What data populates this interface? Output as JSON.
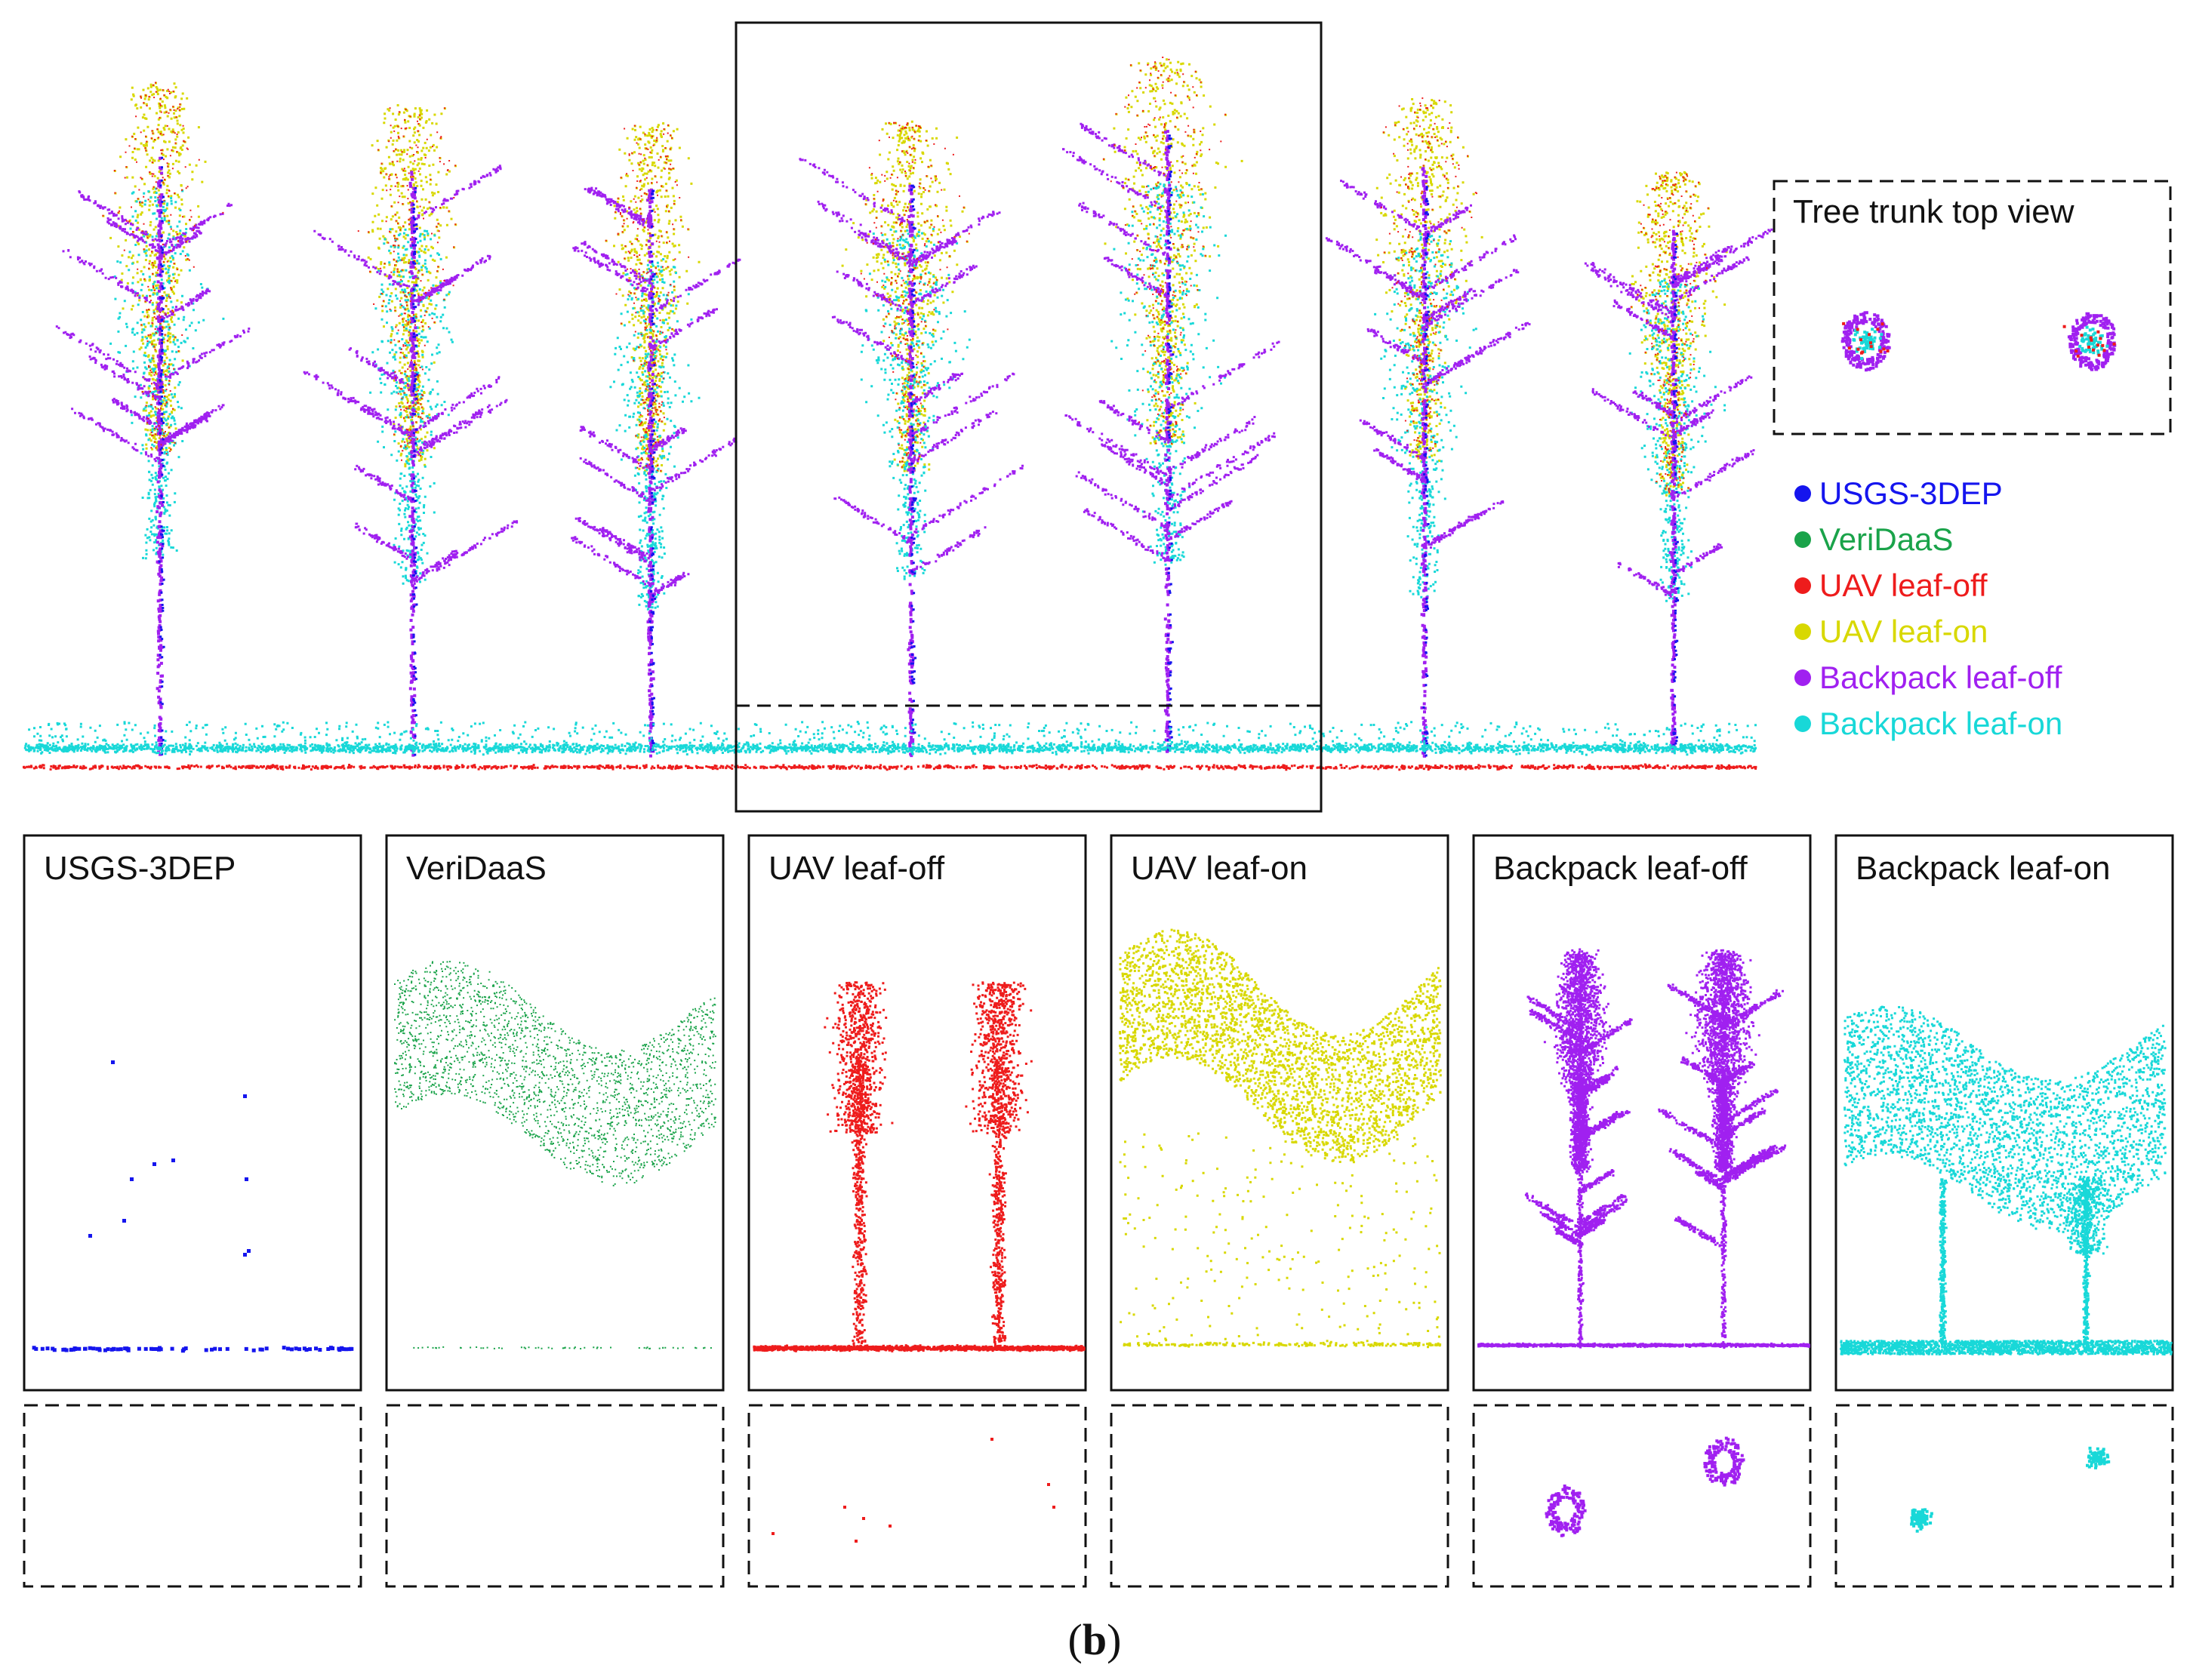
{
  "figure": {
    "caption_open": "(",
    "caption_letter": "b",
    "caption_close": ")"
  },
  "inset": {
    "title": "Tree trunk top view"
  },
  "legend": [
    {
      "label": "USGS-3DEP",
      "color": "#1515ee"
    },
    {
      "label": "VeriDaaS",
      "color": "#1aa34a"
    },
    {
      "label": "UAV leaf-off",
      "color": "#ee1c1c"
    },
    {
      "label": "UAV leaf-on",
      "color": "#d8d800"
    },
    {
      "label": "Backpack leaf-off",
      "color": "#a020f0"
    },
    {
      "label": "Backpack leaf-on",
      "color": "#18d8d8"
    }
  ],
  "panels": [
    {
      "title": "USGS-3DEP",
      "color": "#1515ee"
    },
    {
      "title": "VeriDaaS",
      "color": "#1aa34a"
    },
    {
      "title": "UAV leaf-off",
      "color": "#ee1c1c"
    },
    {
      "title": "UAV leaf-on",
      "color": "#d8d800"
    },
    {
      "title": "Backpack leaf-off",
      "color": "#a020f0"
    },
    {
      "title": "Backpack leaf-on",
      "color": "#18d8d8"
    }
  ]
}
